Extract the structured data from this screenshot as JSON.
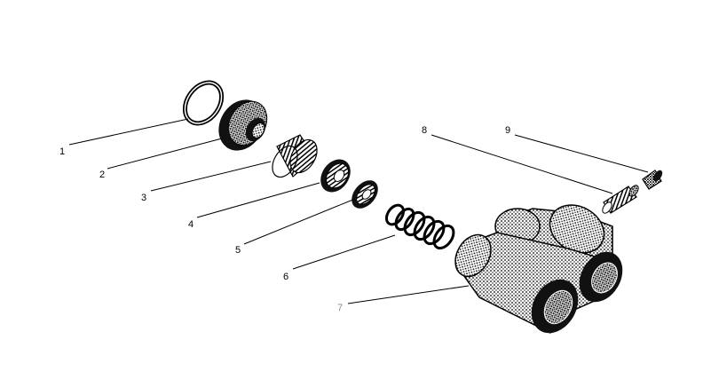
{
  "diagram": {
    "callouts": [
      {
        "id": "1",
        "label": "1",
        "part": "snap-ring"
      },
      {
        "id": "2",
        "label": "2",
        "part": "dust-boot"
      },
      {
        "id": "3",
        "label": "3",
        "part": "piston"
      },
      {
        "id": "4",
        "label": "4",
        "part": "piston-cup"
      },
      {
        "id": "5",
        "label": "5",
        "part": "spring-seat"
      },
      {
        "id": "6",
        "label": "6",
        "part": "return-spring"
      },
      {
        "id": "7",
        "label": "7",
        "part": "cylinder-body",
        "color": "#8a8a8a"
      },
      {
        "id": "8",
        "label": "8",
        "part": "bleeder-screw"
      },
      {
        "id": "9",
        "label": "9",
        "part": "bleeder-cap"
      }
    ],
    "colors": {
      "line": "#000000",
      "background": "#ffffff",
      "muted_label": "#8a8a8a"
    }
  }
}
